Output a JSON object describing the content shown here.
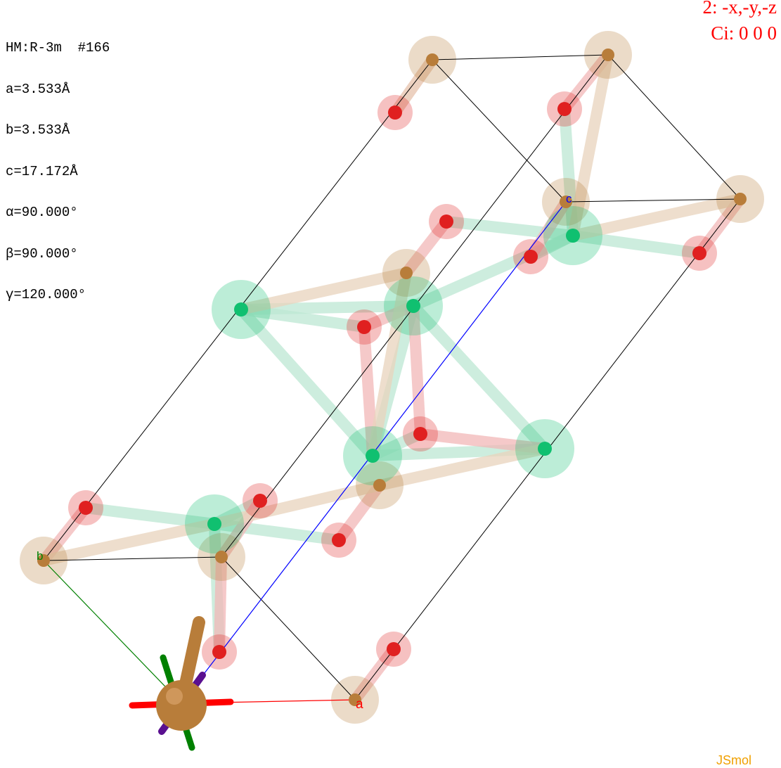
{
  "cell_info": {
    "space_group": "HM:R-3m  #166",
    "a": "a=3.533Å",
    "b": "b=3.533Å",
    "c": "c=17.172Å",
    "alpha": "α=90.000°",
    "beta": "β=90.000°",
    "gamma": "γ=120.000°"
  },
  "symmetry": {
    "operation": "2: -x,-y,-z",
    "element": "Ci: 0 0 0"
  },
  "axes": {
    "a_label": "a",
    "b_label": "b",
    "c_label": "c"
  },
  "brand": "JSmol",
  "colors": {
    "oxygen": "#e02020",
    "green_atom": "#10c070",
    "tan_atom": "#b87d3a",
    "bond_pink": "#f2b8b8",
    "bond_mint": "#bde8d4",
    "bond_tan": "#e9d4bd",
    "axis_a": "#ff0000",
    "axis_b": "#008000",
    "axis_c": "#0000ff",
    "symop": "#ff0000"
  }
}
